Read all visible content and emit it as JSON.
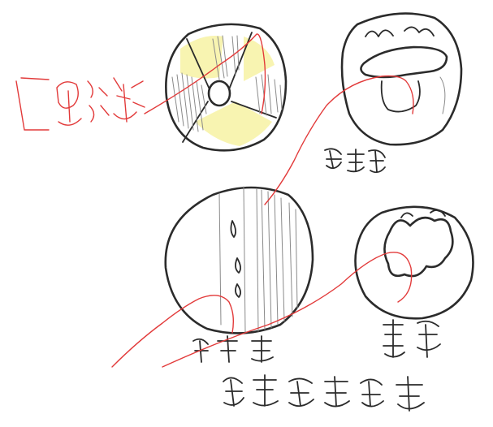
{
  "sheet": {
    "paper_color": "#ffffff",
    "pencil_color": "#2b2b2b",
    "red_ink_color": "#e23a3a",
    "highlight_color": "#f7f3a8"
  },
  "drawings": [
    {
      "id": "sectioned-circle",
      "description_icon": "shaded-circle-icon"
    },
    {
      "id": "open-mouth",
      "description_icon": "mouth-icon"
    },
    {
      "id": "striped-oval",
      "description_icon": "striped-oval-icon"
    },
    {
      "id": "blob-circle",
      "description_icon": "blob-circle-icon"
    }
  ]
}
